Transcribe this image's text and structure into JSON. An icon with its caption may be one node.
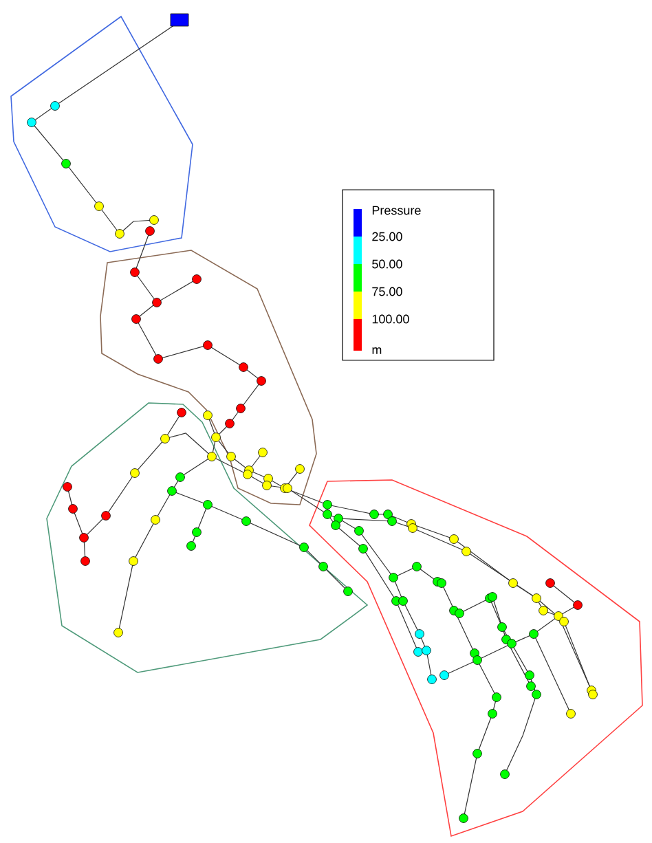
{
  "diagram": {
    "labels": [
      "Pressure"
    ],
    "legend": [
      {
        "text": "25.00",
        "color": "#0000ff"
      },
      {
        "text": "50.00",
        "color": "#00ffff"
      },
      {
        "text": "75.00",
        "color": "#00ff00"
      },
      {
        "text": "100.00",
        "color": "#ffff00"
      },
      {
        "text": "m",
        "color": "#ff0000"
      }
    ]
  }
}
